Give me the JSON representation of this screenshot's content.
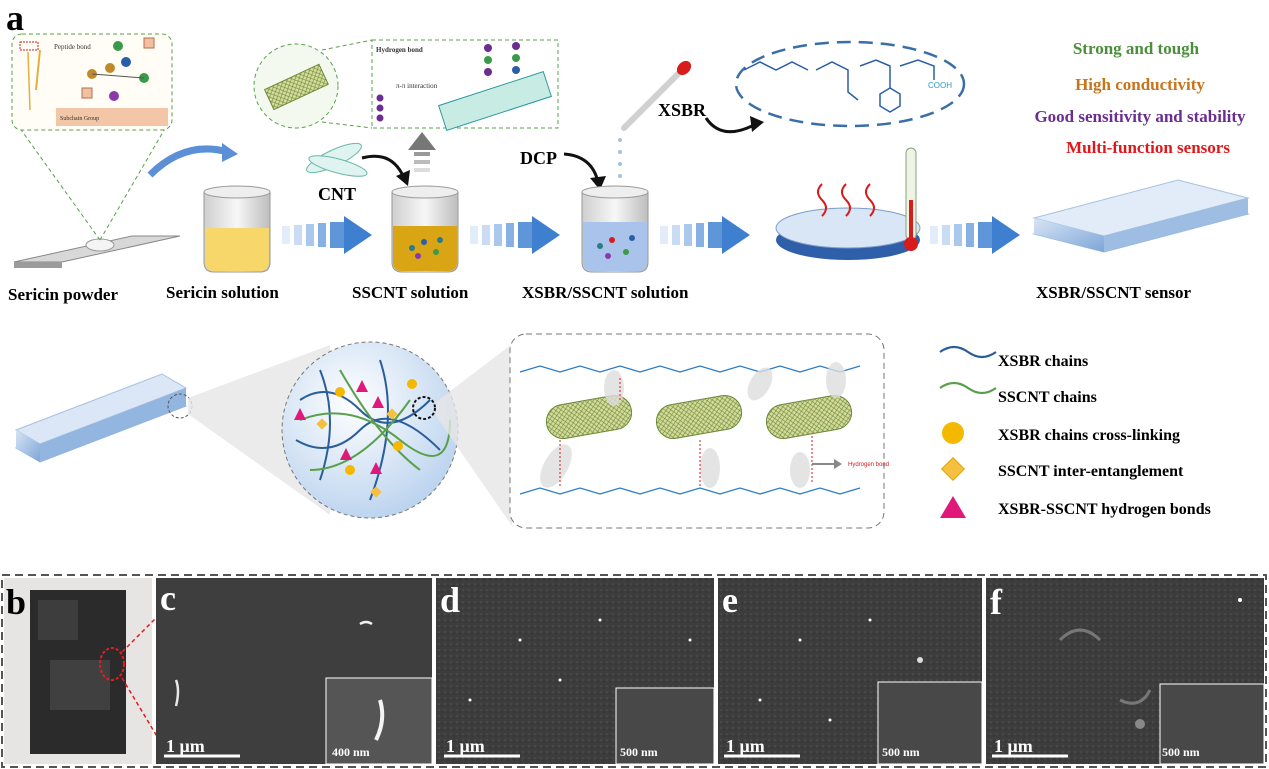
{
  "panel_a": {
    "letter": "a",
    "step_labels": [
      "Sericin powder",
      "Sericin solution",
      "SSCNT solution",
      "XSBR/SSCNT solution",
      "XSBR/SSCNT sensor"
    ],
    "reagents": {
      "cnt": "CNT",
      "dcp": "DCP",
      "xsbr": "XSBR"
    },
    "inset_sericin": {
      "peptide_bond": "Peptide bond",
      "subchain_label": "Subchain Group"
    },
    "inset_cnt": {
      "hydrogen_bond": "Hydrogen bond",
      "pi_interaction": "π-π interaction"
    },
    "polymer": {
      "cooh": "COOH"
    },
    "properties": [
      {
        "text": "Strong and tough",
        "color": "#4a8f3a"
      },
      {
        "text": "High conductivity",
        "color": "#c9731c"
      },
      {
        "text": "Good sensitivity and stability",
        "color": "#6a2d91"
      },
      {
        "text": "Multi-function sensors",
        "color": "#e0181b"
      }
    ],
    "legend": [
      {
        "text": "XSBR chains",
        "icon": "blue-wave-icon"
      },
      {
        "text": "SSCNT chains",
        "icon": "green-wave-icon"
      },
      {
        "text": "XSBR chains cross-linking",
        "icon": "yellow-circle-icon"
      },
      {
        "text": "SSCNT inter-entanglement",
        "icon": "yellow-diamond-icon"
      },
      {
        "text": "XSBR-SSCNT hydrogen bonds",
        "icon": "pink-triangle-icon"
      }
    ],
    "hbond_label": "Hydrogen bond"
  },
  "panel_b": {
    "letter": "b"
  },
  "panel_c": {
    "letter": "c",
    "scale_main": "1 μm",
    "scale_inset": "400 nm"
  },
  "panel_d": {
    "letter": "d",
    "scale_main": "1 μm",
    "scale_inset": "500 nm"
  },
  "panel_e": {
    "letter": "e",
    "scale_main": "1 μm",
    "scale_inset": "500 nm"
  },
  "panel_f": {
    "letter": "f",
    "scale_main": "1 μm",
    "scale_inset": "500 nm"
  }
}
